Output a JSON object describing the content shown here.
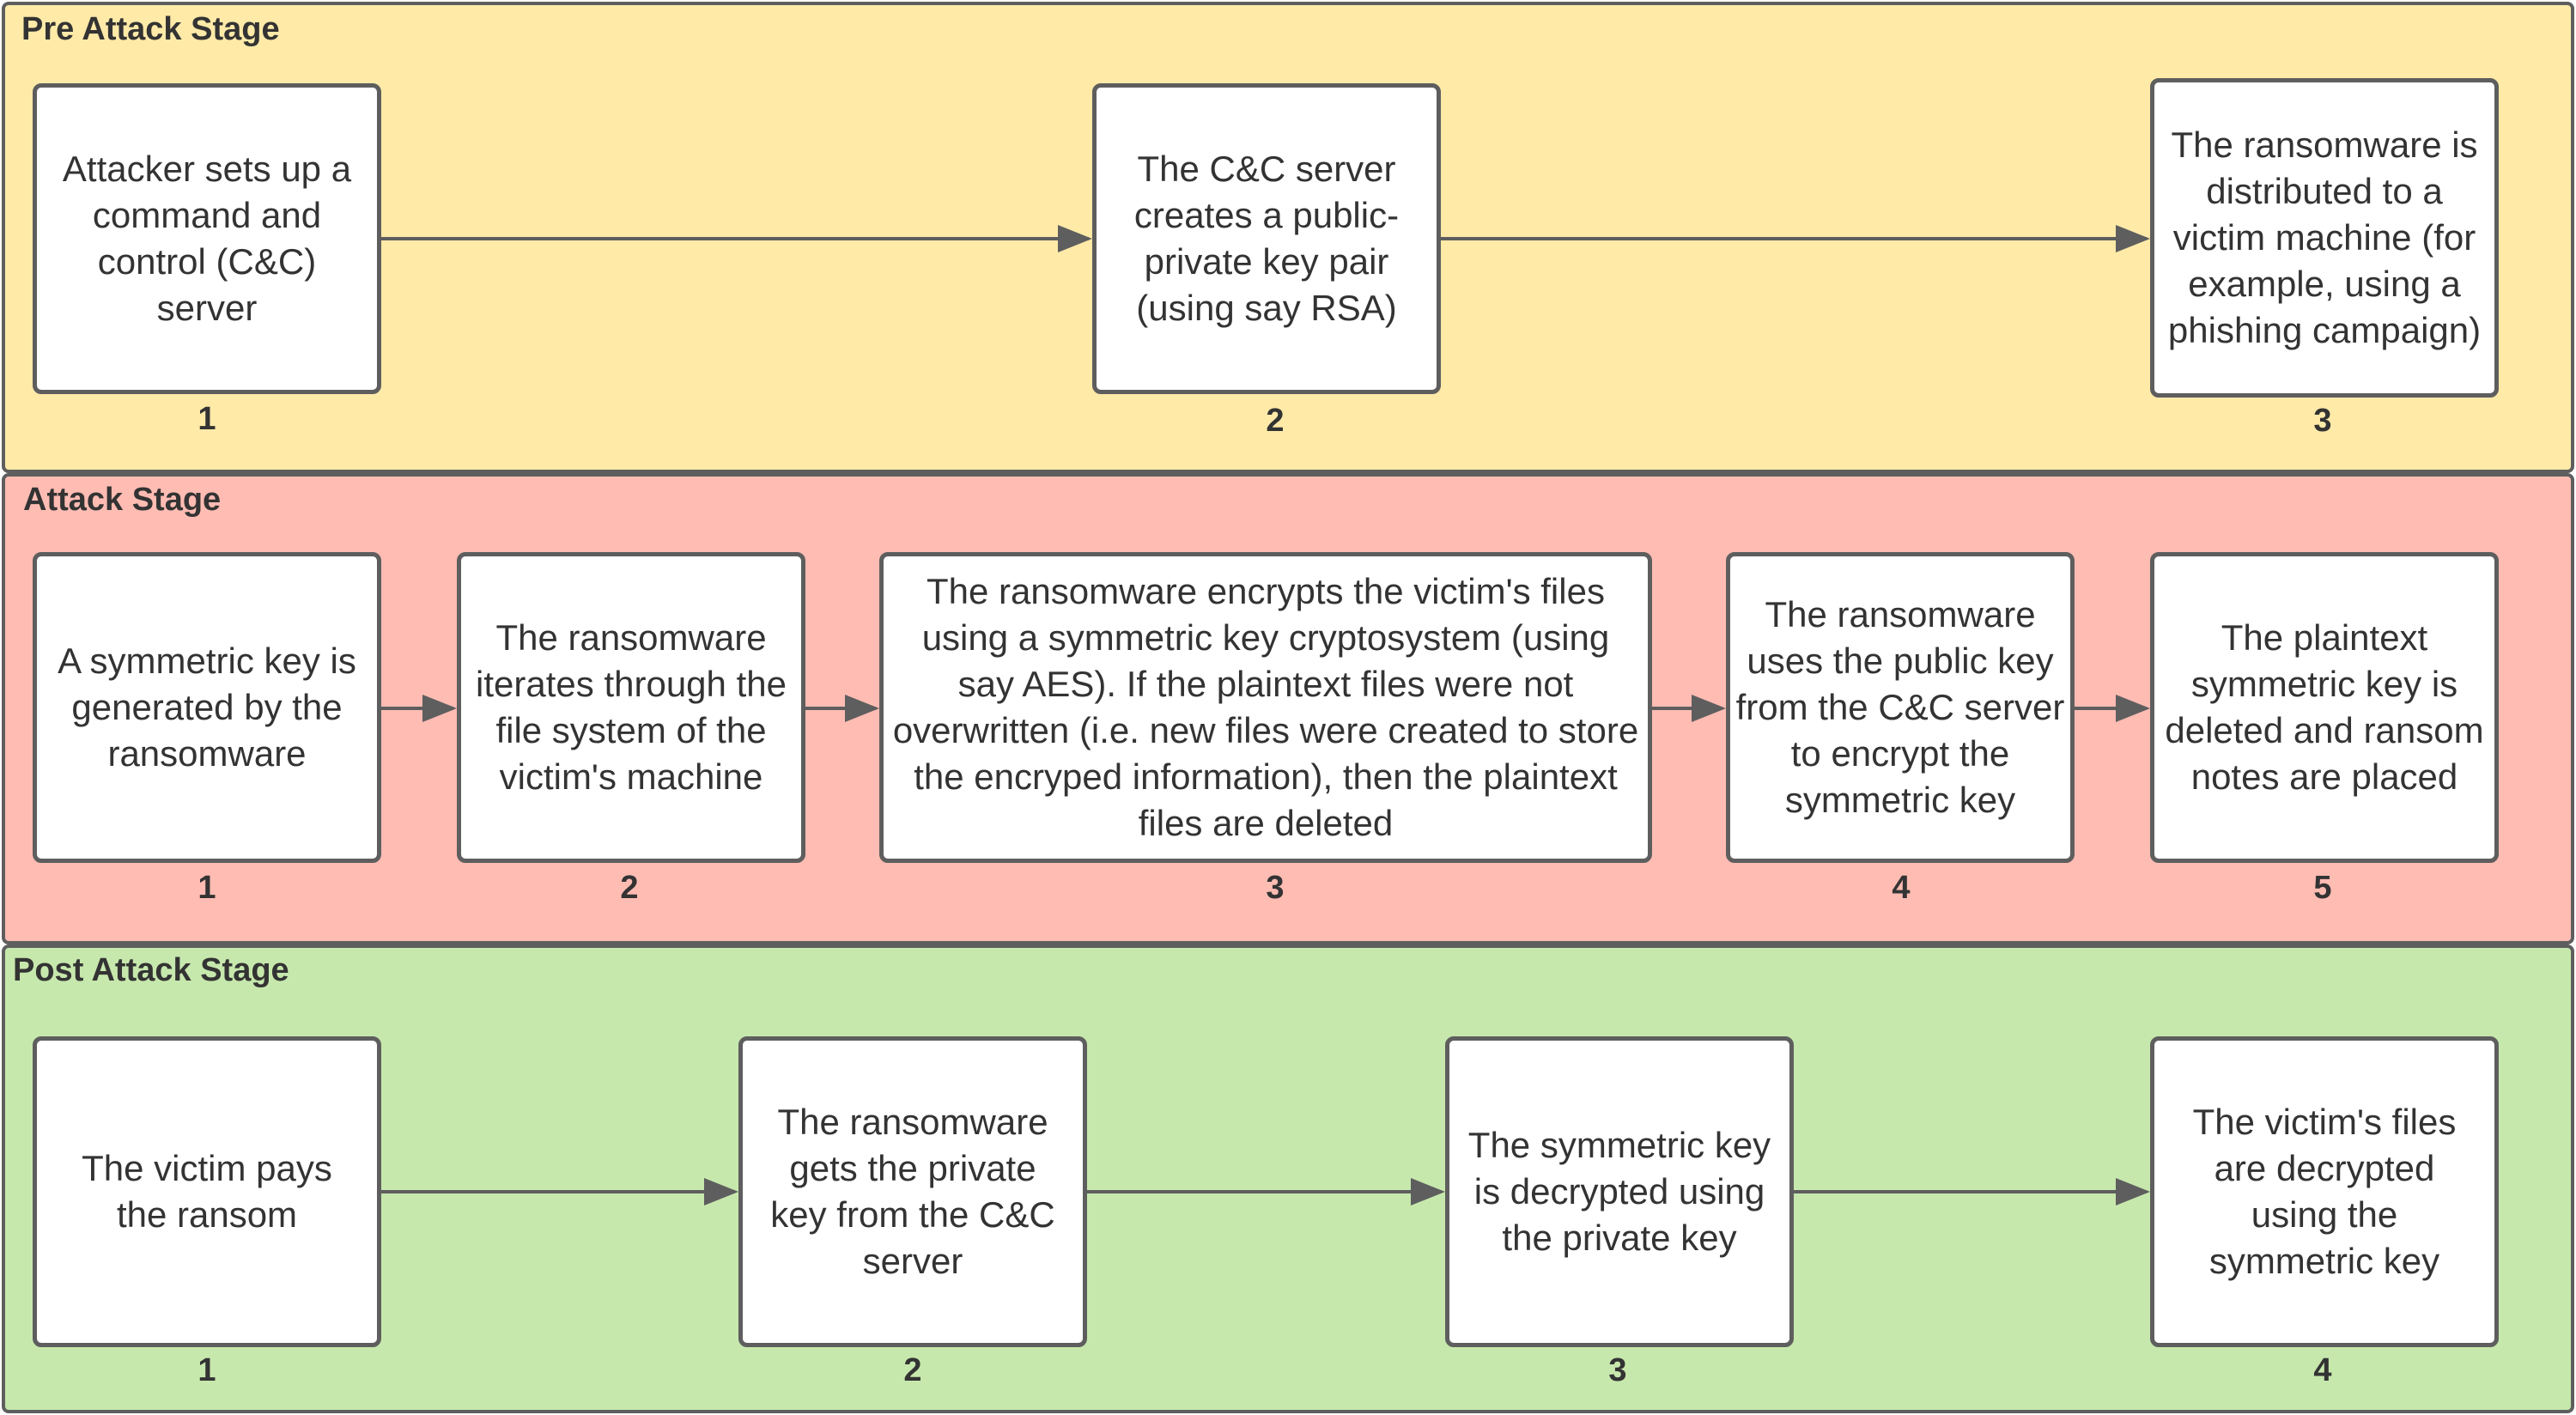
{
  "colors": {
    "pre_attack_fill": "#ffeaa8",
    "attack_fill": "#ffbcb3",
    "post_attack_fill": "#c7e8ad",
    "border": "#5e5e5e",
    "text": "#333333"
  },
  "stages": {
    "pre": {
      "title": "Pre Attack Stage",
      "steps": [
        {
          "number": "1",
          "text": "Attacker sets up a command and control (C&C) server"
        },
        {
          "number": "2",
          "text": "The C&C server creates a public-private key pair (using say RSA)"
        },
        {
          "number": "3",
          "text": "The ransomware is distributed to a victim machine (for example, using a phishing campaign)"
        }
      ]
    },
    "attack": {
      "title": "Attack Stage",
      "steps": [
        {
          "number": "1",
          "text": "A symmetric key is generated by the ransomware"
        },
        {
          "number": "2",
          "text": "The ransomware iterates through the file system of the victim's machine"
        },
        {
          "number": "3",
          "text": "The ransomware encrypts the victim's files using a symmetric key cryptosystem (using say AES). If the plaintext files were not overwritten (i.e. new files were created to store the encryped information), then the plaintext files are deleted"
        },
        {
          "number": "4",
          "text": "The ransomware uses the public key from the C&C server to encrypt the symmetric key"
        },
        {
          "number": "5",
          "text": "The plaintext symmetric key is deleted and ransom notes are placed"
        }
      ]
    },
    "post": {
      "title": "Post Attack Stage",
      "steps": [
        {
          "number": "1",
          "text": "The victim pays the ransom"
        },
        {
          "number": "2",
          "text": "The ransomware gets the private key from the C&C server"
        },
        {
          "number": "3",
          "text": "The symmetric key is decrypted using the private key"
        },
        {
          "number": "4",
          "text": "The victim's files are decrypted using the symmetric key"
        }
      ]
    }
  }
}
